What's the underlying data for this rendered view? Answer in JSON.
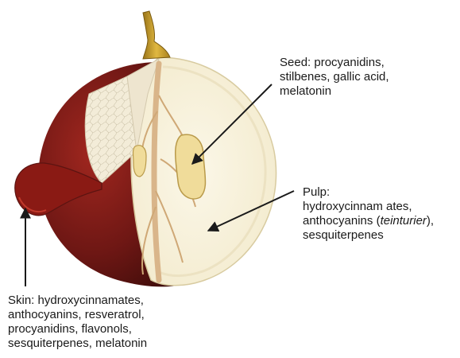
{
  "labels": {
    "seed": {
      "lines": [
        "Seed: procyanidins,",
        "stilbenes, gallic acid,",
        "melatonin"
      ]
    },
    "pulp": {
      "line1": "Pulp:",
      "line2": "hydroxycinnam ates,",
      "line3_prefix": "anthocyanins (",
      "line3_italic": "teinturier",
      "line3_suffix": "),",
      "line4": "sesquiterpenes"
    },
    "skin": {
      "lines": [
        "Skin: hydroxycinnamates,",
        "anthocyanins, resveratrol,",
        "procyanidins, flavonols,",
        "sesquiterpenes, melatonin"
      ]
    }
  },
  "colors": {
    "skin_dark": "#5b1411",
    "skin_red": "#8e1d17",
    "pulp": "#f6f0da",
    "pulp_edge": "#e6dcb6",
    "seed": "#f0dc9a",
    "seed_outline": "#b99a4a",
    "stem": "#c8a032",
    "vascular": "#d9b58a",
    "arrow": "#1a1a1a"
  }
}
